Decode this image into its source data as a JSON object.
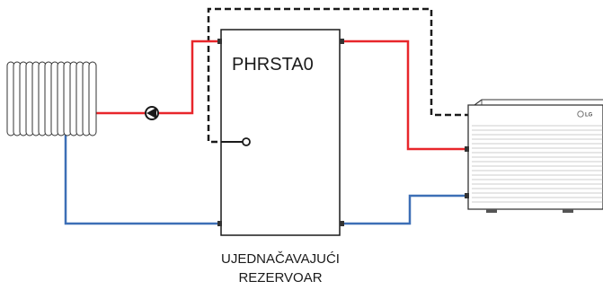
{
  "tank": {
    "model": "PHRSTA0",
    "caption_line1": "UJEDNAČAVAJUĆI",
    "caption_line2": "REZERVOAR"
  },
  "heat_pump": {
    "brand": "LG"
  },
  "colors": {
    "supply_pipe": "#e8262b",
    "return_pipe": "#3d6fb6",
    "control_line": "#1a1a1a",
    "outline": "#333333"
  },
  "icons": {
    "radiator": "radiator-icon",
    "pump": "circulation-pump-icon",
    "sensor": "temperature-sensor-icon",
    "outdoor_unit": "heat-pump-outdoor-unit-icon"
  }
}
